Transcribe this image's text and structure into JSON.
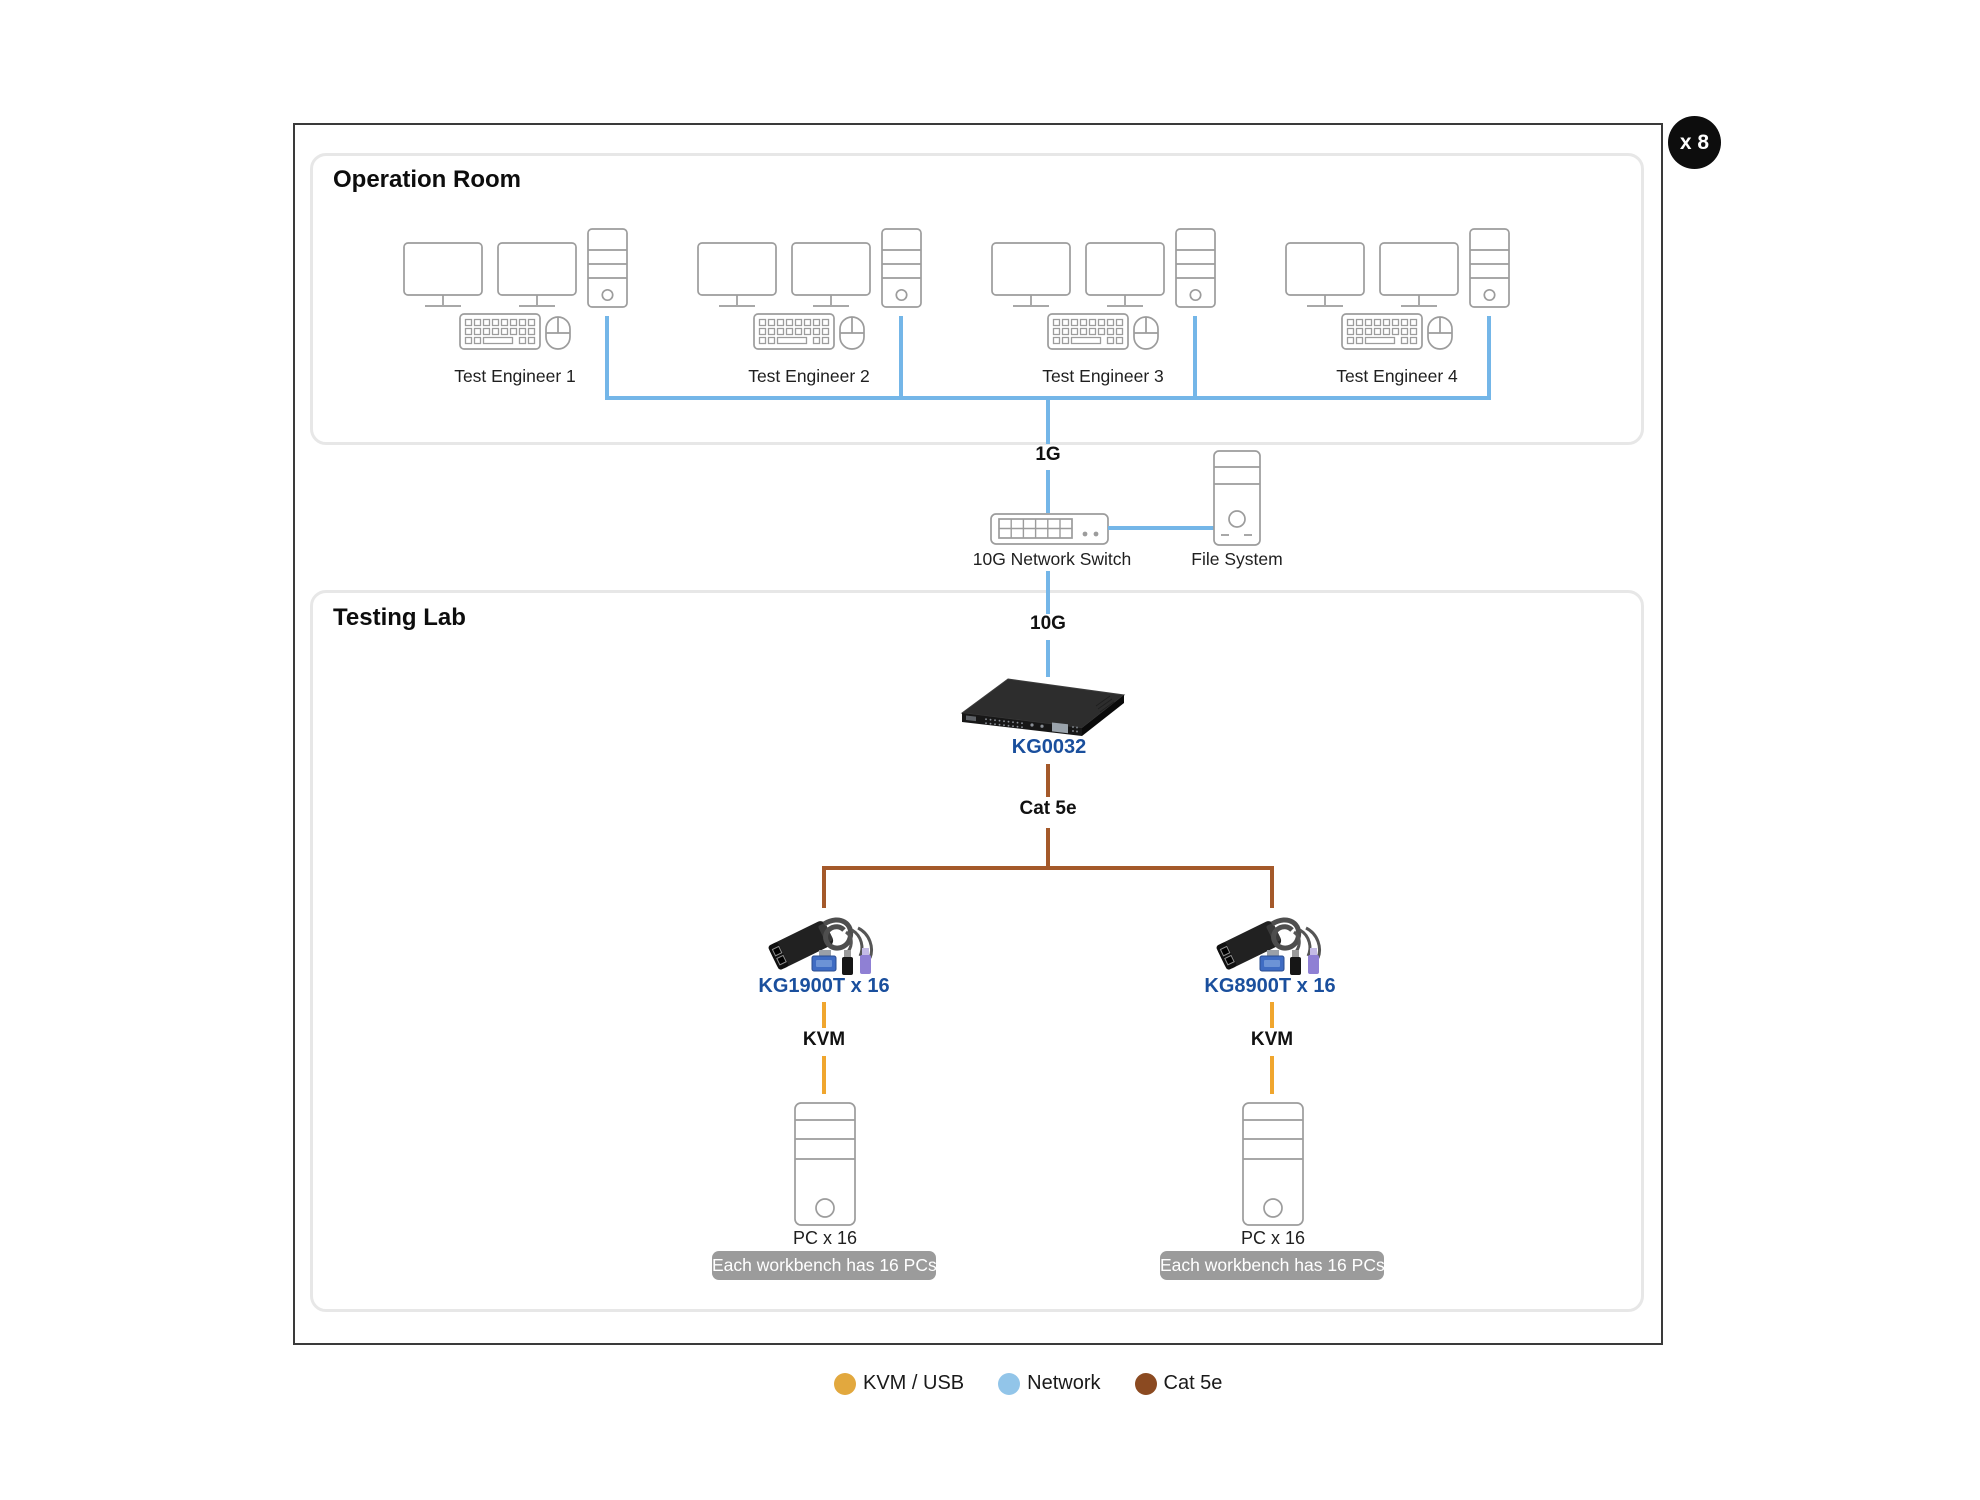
{
  "badge": {
    "label": "x 8"
  },
  "operation_room": {
    "title": "Operation Room",
    "workstations": [
      {
        "label": "Test Engineer 1"
      },
      {
        "label": "Test Engineer 2"
      },
      {
        "label": "Test Engineer 3"
      },
      {
        "label": "Test Engineer 4"
      }
    ]
  },
  "core": {
    "uplink_label": "1G",
    "switch_label": "10G Network Switch",
    "file_system_label": "File System",
    "downlink_label": "10G"
  },
  "testing_lab": {
    "title": "Testing Lab",
    "matrix_switch_label": "KG0032",
    "cat5e_label": "Cat 5e",
    "branches": [
      {
        "device_label": "KG1900T x 16",
        "link_label": "KVM",
        "pc_label": "PC x 16",
        "note": "Each workbench has 16 PCs"
      },
      {
        "device_label": "KG8900T x 16",
        "link_label": "KVM",
        "pc_label": "PC x 16",
        "note": "Each workbench has 16 PCs"
      }
    ]
  },
  "legend": {
    "items": [
      {
        "label": "KVM / USB",
        "color": "#e2a83e"
      },
      {
        "label": "Network",
        "color": "#92c5e9"
      },
      {
        "label": "Cat 5e",
        "color": "#8b4a21"
      }
    ]
  },
  "colors": {
    "network_line": "#74b6e8",
    "kvm_line": "#f0a62e",
    "cat5e_line": "#a4592a",
    "device_label_blue": "#1a4f9d",
    "note_badge_bg": "#9b9b9b"
  }
}
